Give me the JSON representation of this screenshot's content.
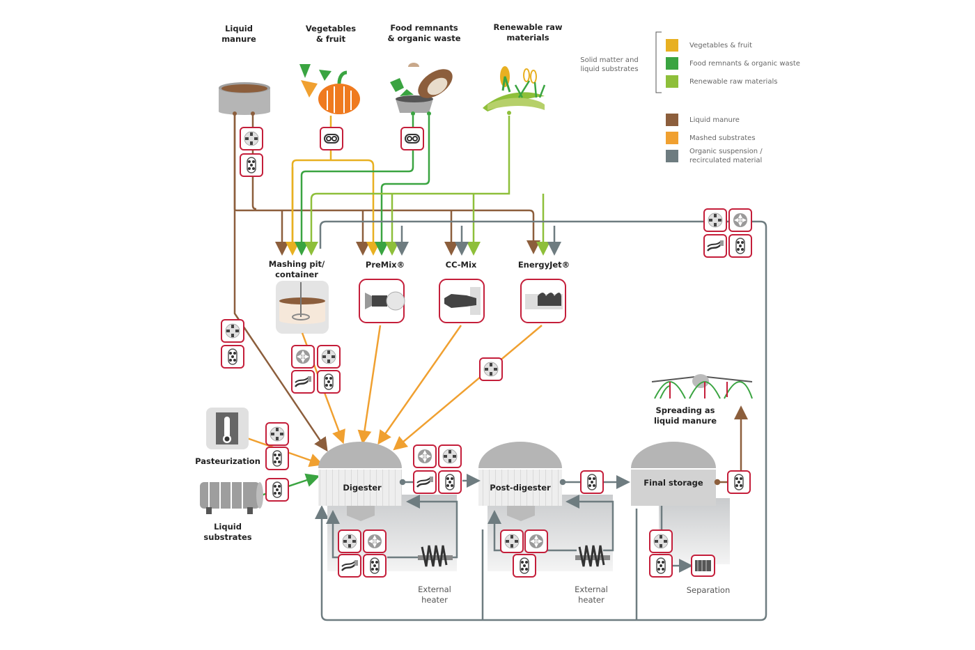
{
  "colors": {
    "vegetables": "#e8b021",
    "food": "#3aa441",
    "renewable": "#8ebf3a",
    "manure": "#8c5e3c",
    "mashed": "#f0a030",
    "suspension": "#6e7c80",
    "pump_frame": "#c41e3a",
    "tank_gray": "#b5b5b5"
  },
  "sources": {
    "liquid_manure": [
      "Liquid",
      "manure"
    ],
    "vegetables": [
      "Vegetables",
      "& fruit"
    ],
    "food": [
      "Food remnants",
      "& organic waste"
    ],
    "renewable": [
      "Renewable raw",
      "materials"
    ]
  },
  "legend": {
    "group_label": [
      "Solid matter and",
      "liquid  substrates"
    ],
    "items": [
      {
        "label": "Vegetables & fruit",
        "color": "#e8b021"
      },
      {
        "label": "Food remnants & organic waste",
        "color": "#3aa441"
      },
      {
        "label": "Renewable raw materials",
        "color": "#8ebf3a"
      },
      {
        "label": "Liquid manure",
        "color": "#8c5e3c"
      },
      {
        "label": "Mashed substrates",
        "color": "#f0a030"
      },
      {
        "label": "Organic suspension /",
        "label2": "recirculated material",
        "color": "#6e7c80"
      }
    ]
  },
  "mixers": {
    "mashing": [
      "Mashing pit/",
      "container"
    ],
    "premix": "PreMix®",
    "ccmix": "CC-Mix",
    "energyjet": "EnergyJet®"
  },
  "side": {
    "pasteurization": "Pasteurization",
    "liquid_substrates": [
      "Liquid",
      "substrates"
    ]
  },
  "tanks": {
    "digester": "Digester",
    "post_digester": "Post-digester",
    "final_storage": "Final storage"
  },
  "heaters": {
    "heater1": [
      "External",
      "heater"
    ],
    "heater2": [
      "External",
      "heater"
    ]
  },
  "outputs": {
    "spreading": [
      "Spreading as",
      "liquid manure"
    ],
    "separation": "Separation"
  }
}
